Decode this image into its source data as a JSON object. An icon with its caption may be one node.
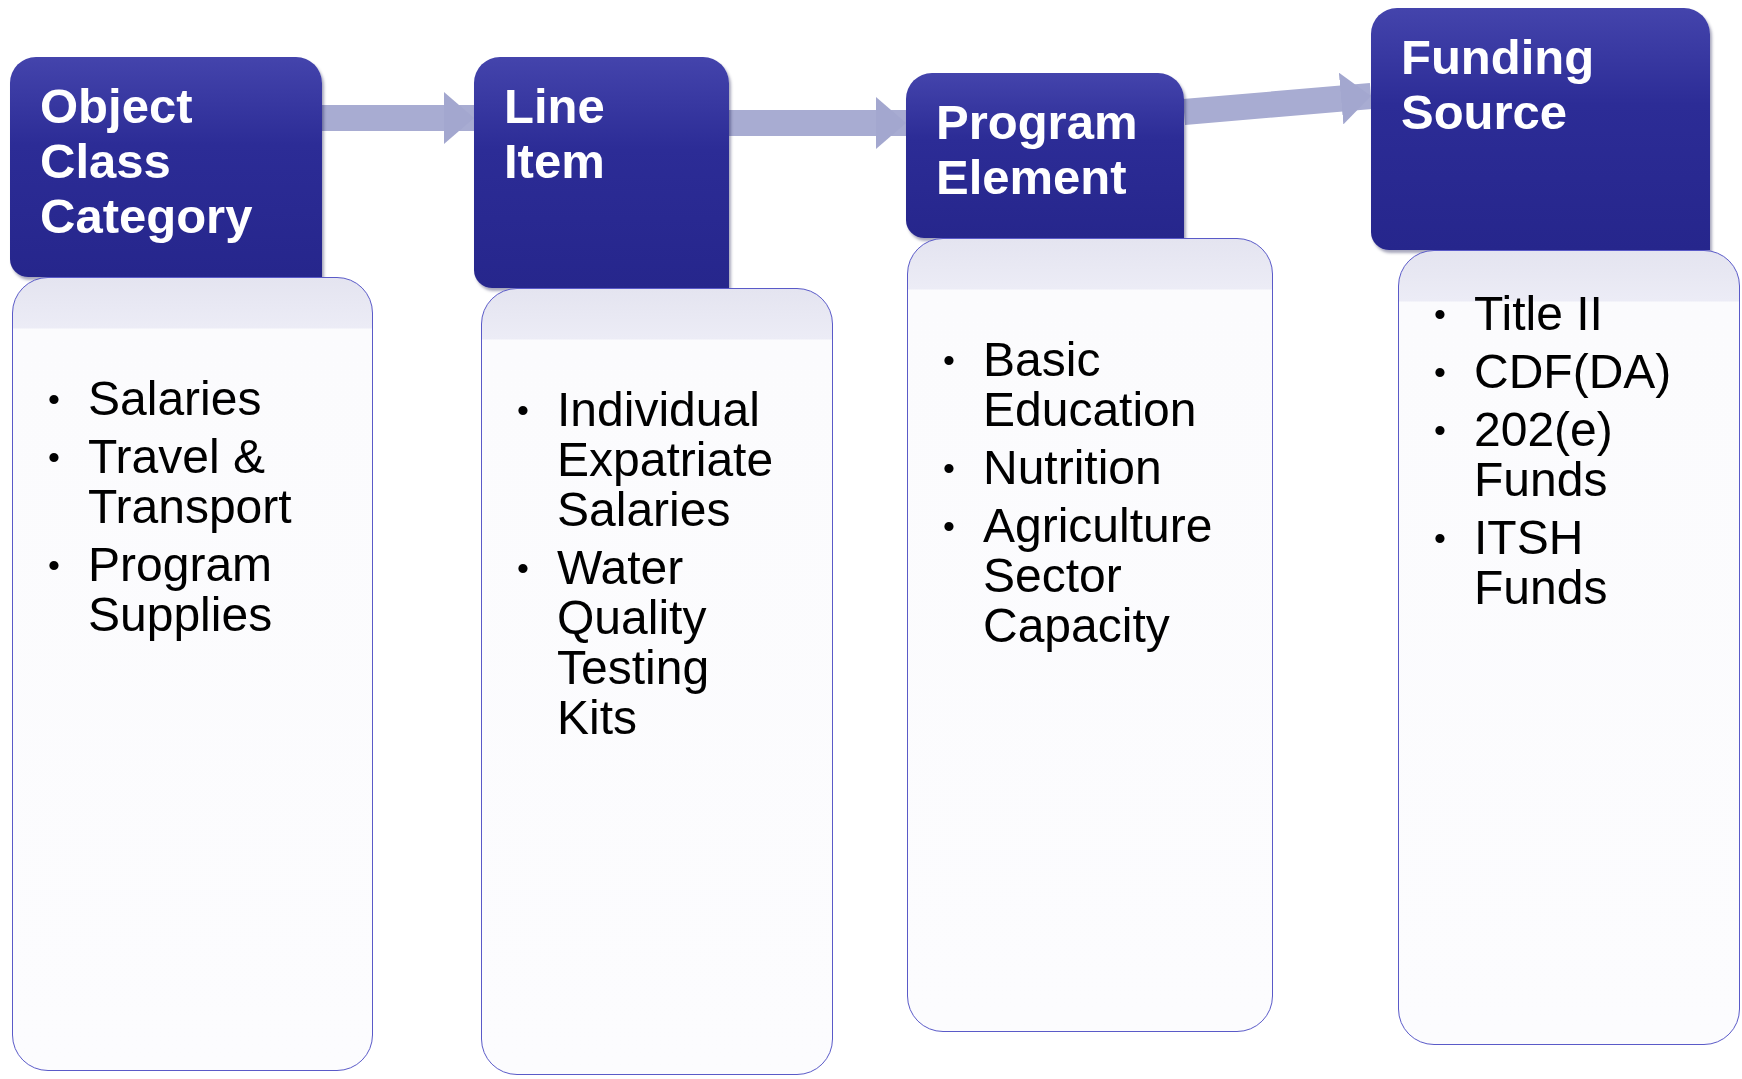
{
  "diagram": {
    "nodes": [
      {
        "text": [
          "Object Class Category"
        ]
      },
      {
        "text": [
          "• Salaries",
          "• Travel & Transport",
          "• Program Supplies"
        ]
      },
      {
        "text": [
          "Line Item"
        ]
      },
      {
        "text": [
          "• Individual Expatriate Salaries",
          "• Water Quality Testing Kits"
        ]
      },
      {
        "text": [
          "Program Element"
        ]
      },
      {
        "text": [
          "• Basic Education",
          "• Nutrition",
          "• Agriculture Sector Capacity"
        ]
      },
      {
        "text": [
          "Funding Source"
        ]
      },
      {
        "text": [
          "• Title II",
          "• CDF(DA)",
          "• 202(e) Funds",
          "• ITSH Funds"
        ]
      }
    ],
    "edges": [
      {
        "from": 0,
        "to": 2,
        "arrow": "to"
      },
      {
        "from": 2,
        "to": 4,
        "arrow": "to"
      },
      {
        "from": 4,
        "to": 6,
        "arrow": "to"
      }
    ]
  }
}
